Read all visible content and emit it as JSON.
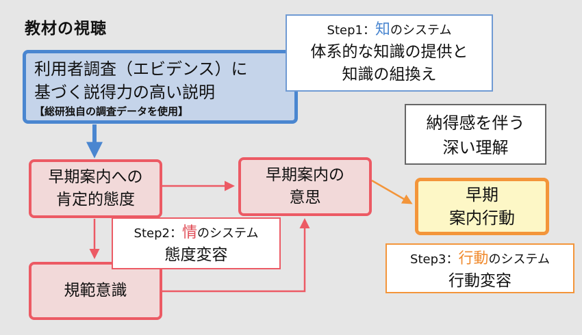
{
  "title": "教材の視聴",
  "source_box": {
    "line1": "利用者調査（エビデンス）に",
    "line2": "基づく説得力の高い説明",
    "line3": "【総研独自の調査データを使用】"
  },
  "step1": {
    "prefix": "Step1：",
    "keyword": "知",
    "suffix": "のシステム",
    "line2": "体系的な知識の提供と",
    "line3": "知識の組換え"
  },
  "step2": {
    "prefix": "Step2：",
    "keyword": "情",
    "suffix": "のシステム",
    "line2": "態度変容"
  },
  "step3": {
    "prefix": "Step3：",
    "keyword": "行動",
    "suffix": "のシステム",
    "line2": "行動変容"
  },
  "deep_understanding": {
    "line1": "納得感を伴う",
    "line2": "深い理解"
  },
  "nodes": {
    "positive_attitude": {
      "line1": "早期案内への",
      "line2": "肯定的態度"
    },
    "intention": {
      "line1": "早期案内の",
      "line2": "意思"
    },
    "norm": {
      "line1": "規範意識"
    },
    "action": {
      "line1": "早期",
      "line2": "案内行動"
    }
  },
  "colors": {
    "blue": "#4a86d0",
    "red": "#ec5a64",
    "orange": "#f3953a",
    "pink_fill": "#f2d9d9",
    "blue_fill": "#c5d4ea",
    "yellow_fill": "#fdf7c6"
  }
}
